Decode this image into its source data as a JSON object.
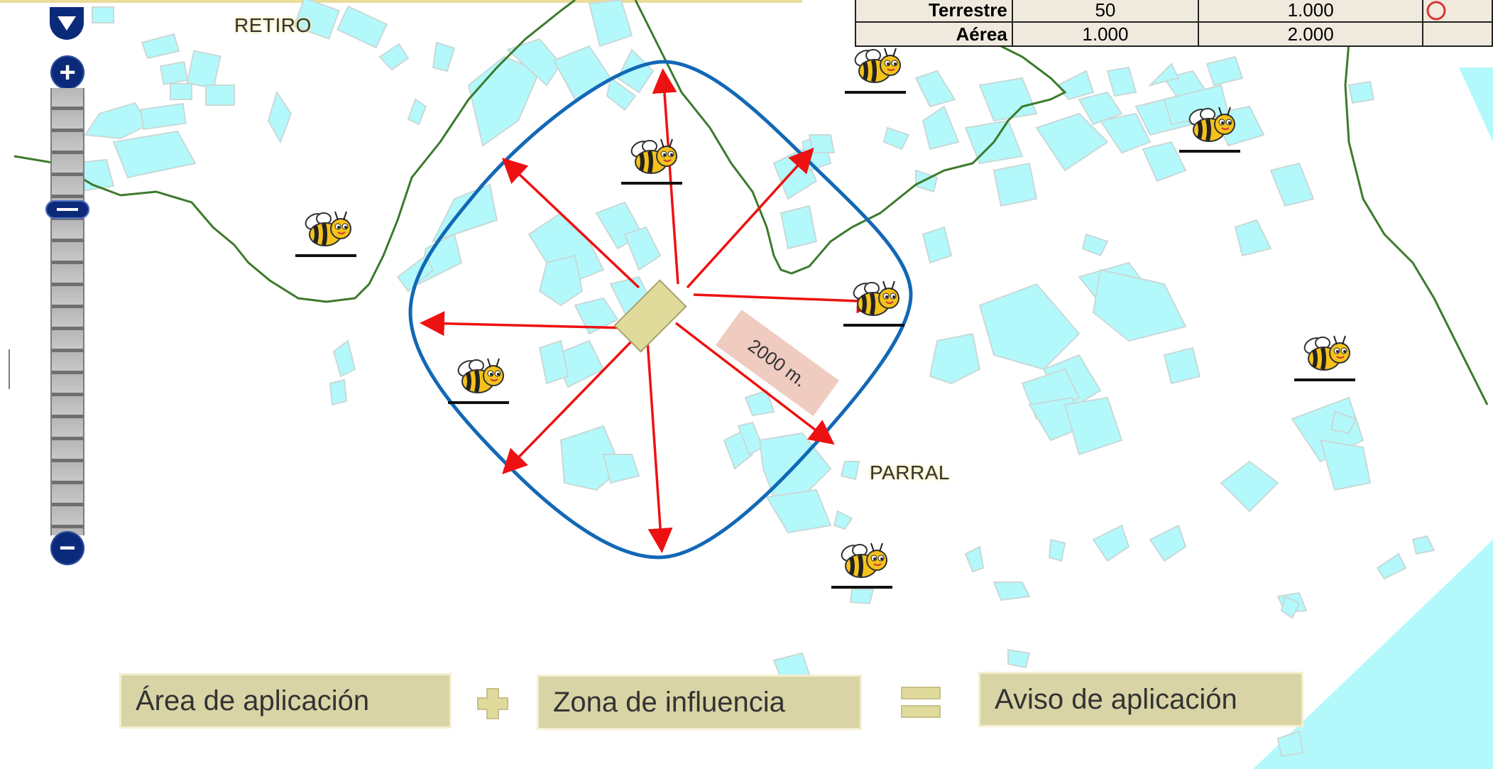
{
  "places": {
    "retiro": "RETIRO",
    "parral": "PARRAL"
  },
  "zoom_control": {
    "plus": "+",
    "minus": "−"
  },
  "application_table": {
    "rows": [
      {
        "type": "Terrestre",
        "col1": "50",
        "col2": "1.000"
      },
      {
        "type": "Aérea",
        "col1": "1.000",
        "col2": "2.000"
      }
    ]
  },
  "distance_label": "2000 m.",
  "legend": {
    "term1": "Área de aplicación",
    "term2": "Zona de influencia",
    "result": "Aviso de aplicación"
  },
  "colors": {
    "building_fill": "#b3f9fb",
    "building_stroke": "#c9d9d8",
    "boundary_line": "#3c7a2c",
    "influence_zone": "#1268b6",
    "arrow": "#ee1111",
    "application_area": "#e0da9b",
    "legend_box": "#d9d4a5",
    "zoom_control": "#0b2a7a",
    "river": "#b3f9fb"
  },
  "icons": {
    "apiary": "bee-icon"
  }
}
